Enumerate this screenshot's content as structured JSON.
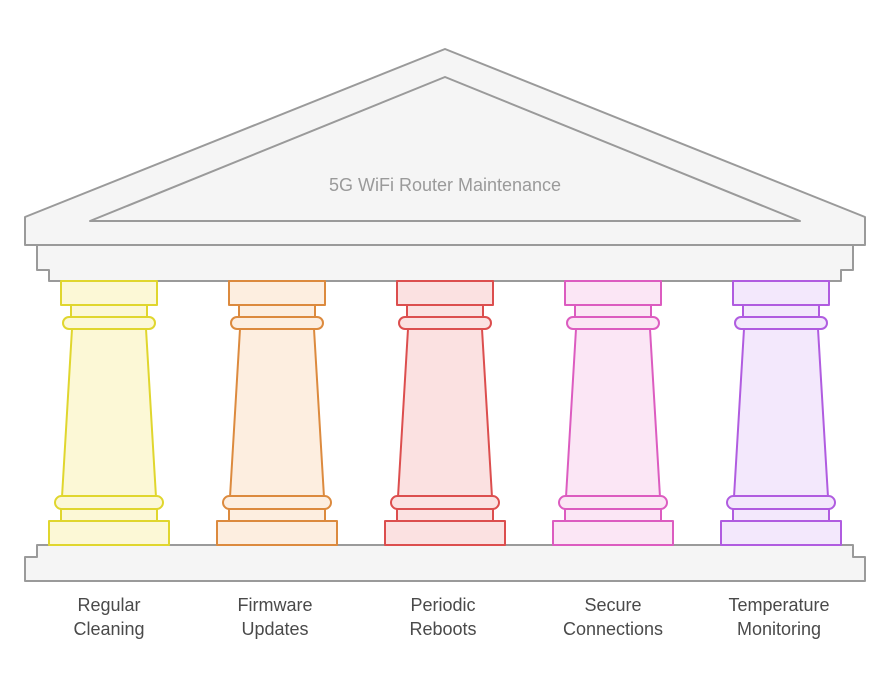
{
  "title": "5G WiFi Router Maintenance",
  "pillars": [
    {
      "line1": "Regular",
      "line2": "Cleaning",
      "stroke": "#e0d62e",
      "fill": "#fcf8d6"
    },
    {
      "line1": "Firmware",
      "line2": "Updates",
      "stroke": "#dc8a3e",
      "fill": "#fdeee0"
    },
    {
      "line1": "Periodic",
      "line2": "Reboots",
      "stroke": "#dc4e4e",
      "fill": "#fbe1e1"
    },
    {
      "line1": "Secure",
      "line2": "Connections",
      "stroke": "#dc5cc0",
      "fill": "#fbe6f5"
    },
    {
      "line1": "Temperature",
      "line2": "Monitoring",
      "stroke": "#b05ce0",
      "fill": "#f3e8fc"
    }
  ],
  "colors": {
    "structure_stroke": "#9a9a9a",
    "structure_fill": "#f5f5f5"
  }
}
